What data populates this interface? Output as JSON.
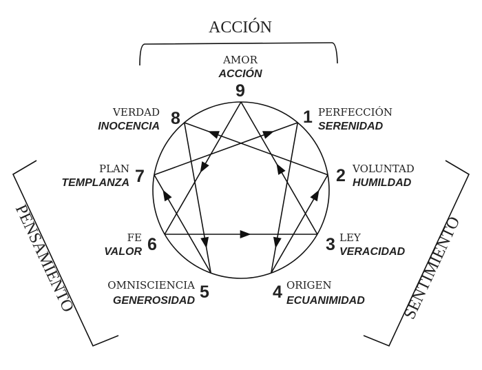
{
  "groups": {
    "top": "ACCIÓN",
    "left": "PENSAMIENTO",
    "right": "SENTIMIENTO"
  },
  "points": [
    {
      "num": "9",
      "name": "AMOR",
      "virtue": "ACCIÓN"
    },
    {
      "num": "1",
      "name": "PERFECCIÓN",
      "virtue": "SERENIDAD"
    },
    {
      "num": "2",
      "name": "VOLUNTAD",
      "virtue": "HUMILDAD"
    },
    {
      "num": "3",
      "name": "LEY",
      "virtue": "VERACIDAD"
    },
    {
      "num": "4",
      "name": "ORIGEN",
      "virtue": "ECUANIMIDAD"
    },
    {
      "num": "5",
      "name": "OMNISCIENCIA",
      "virtue": "GENEROSIDAD"
    },
    {
      "num": "6",
      "name": "FE",
      "virtue": "VALOR"
    },
    {
      "num": "7",
      "name": "PLAN",
      "virtue": "TEMPLANZA"
    },
    {
      "num": "8",
      "name": "VERDAD",
      "virtue": "INOCENCIA"
    }
  ],
  "arrows": [
    [
      "3",
      "9"
    ],
    [
      "9",
      "6"
    ],
    [
      "6",
      "3"
    ],
    [
      "1",
      "4"
    ],
    [
      "4",
      "2"
    ],
    [
      "2",
      "8"
    ],
    [
      "8",
      "5"
    ],
    [
      "5",
      "7"
    ],
    [
      "7",
      "1"
    ]
  ]
}
